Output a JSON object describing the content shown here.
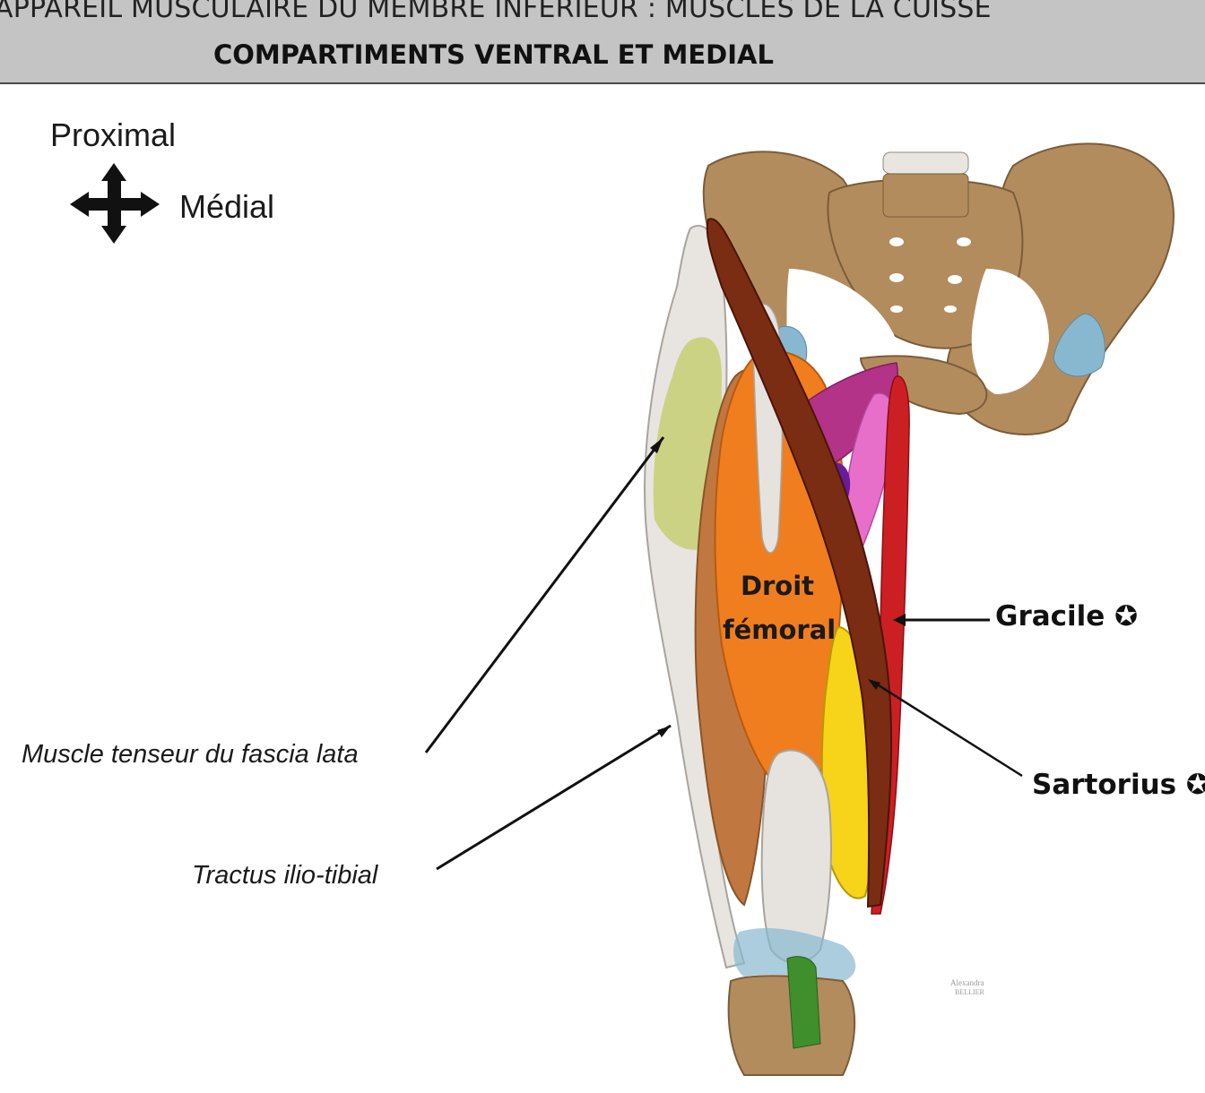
{
  "header": {
    "title_line1": "APPAREIL MUSCULAIRE DU MEMBRE INFERIEUR : MUSCLES DE LA CUISSE",
    "title_line2": "COMPARTIMENTS VENTRAL ET MEDIAL"
  },
  "orientation": {
    "proximal_label": "Proximal",
    "medial_label": "Médial",
    "icon": "four-way-arrow-icon"
  },
  "labels": {
    "tensor_fascia_lata": "Muscle tenseur du fascia lata",
    "iliotibial_tract": "Tractus ilio-tibial",
    "rectus_femoris_line1": "Droit",
    "rectus_femoris_line2": "fémoral",
    "gracilis": "Gracile ✪",
    "sartorius": "Sartorius ✪"
  },
  "colors": {
    "bone": "#b38c5e",
    "cartilage": "#87b8cf",
    "tendon": "#e6e3df",
    "rectus_femoris": "#f07e1e",
    "vastus_lateralis": "#c07840",
    "vastus_medialis": "#f7d31a",
    "sartorius": "#7a2d12",
    "gracilis": "#cc1f24",
    "pectineus": "#b23388",
    "adductor": "#e86fc9",
    "tensor_fascia_lata": "#c9cf7a",
    "patellar_ligament": "#3f8f2d"
  },
  "signature": "Alexandra BELLIER"
}
